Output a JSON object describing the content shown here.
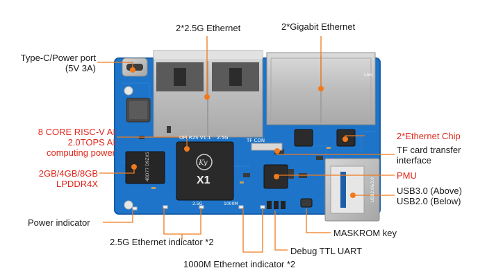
{
  "labels": {
    "eth25": "2*2.5G Ethernet",
    "gigabit": "2*Gigabit Ethernet",
    "typec": [
      "Type-C/Power port",
      "(5V 3A)"
    ],
    "cpu": [
      "8 CORE  RISC-V AI",
      "2.0TOPS AI",
      "computing power"
    ],
    "ram": [
      "2GB/4GB/8GB",
      "LPDDR4X"
    ],
    "ethchip": "2*Ethernet Chip",
    "tf": [
      "TF card transfer",
      "interface"
    ],
    "pmu": "PMU",
    "usb": [
      "USB3.0 (Above)",
      "USB2.0 (Below)"
    ],
    "power_indicator": "Power indicator",
    "eth25_indicator": "2.5G Ethernet indicator *2",
    "maskrom": "MASKROM key",
    "debug": "Debug TTL UART",
    "gig_indicator": "1000M Ethernet indicator *2"
  },
  "board": {
    "chip_brand": "Ky",
    "chip_model": "X1",
    "ram_marking": "4BD77 D9ZXS",
    "silk_model": "OPi R2S V1.1",
    "silk_eth": "2.5G",
    "silk_tf": "TF CON",
    "silk_1000m": "1000M",
    "silk_25g": "2.5G",
    "silk_usb": "USB2.0&3.0",
    "silk_lan": "LAN"
  },
  "colors": {
    "board": "#1e74c8",
    "board_edge": "#155ea8",
    "leader": "#f07a1c",
    "dot": "#f07a1c",
    "highlight_text": "#e0281c",
    "text": "#1a1a1a",
    "metal": "#c7c7c7"
  }
}
